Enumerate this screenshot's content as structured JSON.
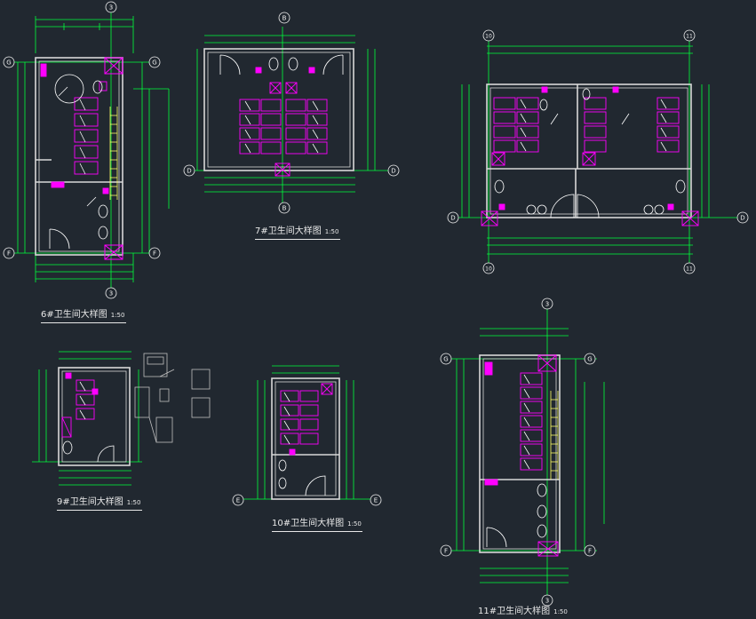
{
  "colors": {
    "background": "#212830",
    "dimension": "#00ff3c",
    "wall": "#d8d8d8",
    "fixture": "#ff00ff",
    "equipment": "#ffffff",
    "axis": "#f0f0f0",
    "hatch": "#ffff66"
  },
  "plans": [
    {
      "id": "plan-6",
      "title": "6#卫生间大样图",
      "scale": "1:50"
    },
    {
      "id": "plan-7",
      "title": "7#卫生间大样图",
      "scale": "1:50"
    },
    {
      "id": "plan-9",
      "title": "9#卫生间大样图",
      "scale": "1:50"
    },
    {
      "id": "plan-10",
      "title": "10#卫生间大样图",
      "scale": "1:50"
    },
    {
      "id": "plan-11",
      "title": "11#卫生间大样图",
      "scale": "1:50"
    }
  ],
  "axis_labels": {
    "g": "G",
    "f": "F",
    "three": "3",
    "b": "B",
    "d": "D",
    "e": "E",
    "ten": "10",
    "eleven": "11"
  }
}
